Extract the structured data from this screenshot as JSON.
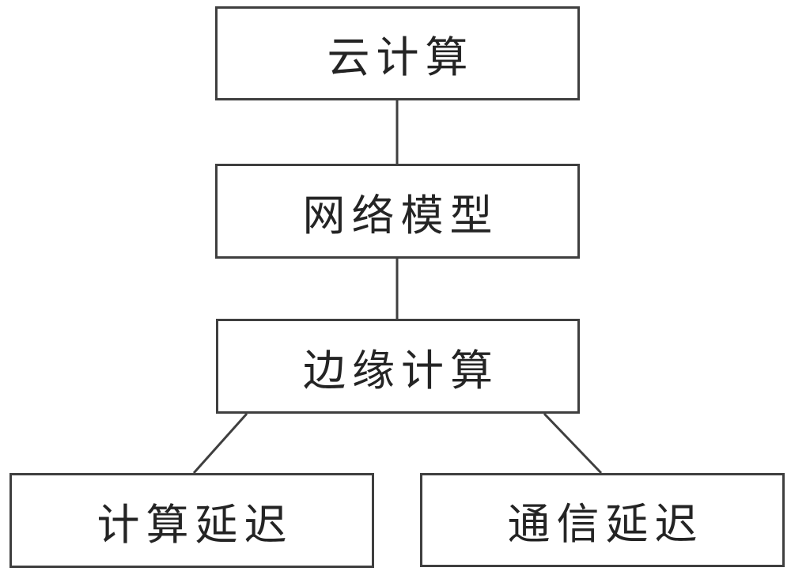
{
  "diagram": {
    "title": "edge-cloud computing delay flowchart",
    "colors": {
      "line": "#3f3f3f",
      "text": "#242424",
      "background": "#ffffff"
    },
    "nodes": {
      "cloud": {
        "label": "云计算"
      },
      "network": {
        "label": "网络模型"
      },
      "edge": {
        "label": "边缘计算"
      },
      "comp_delay": {
        "label": "计算延迟"
      },
      "comm_delay": {
        "label": "通信延迟"
      }
    },
    "edges": [
      {
        "from": "cloud",
        "to": "network",
        "type": "vertical"
      },
      {
        "from": "network",
        "to": "edge",
        "type": "vertical"
      },
      {
        "from": "edge",
        "to": "comp_delay",
        "type": "diagonal"
      },
      {
        "from": "edge",
        "to": "comm_delay",
        "type": "diagonal"
      }
    ]
  }
}
